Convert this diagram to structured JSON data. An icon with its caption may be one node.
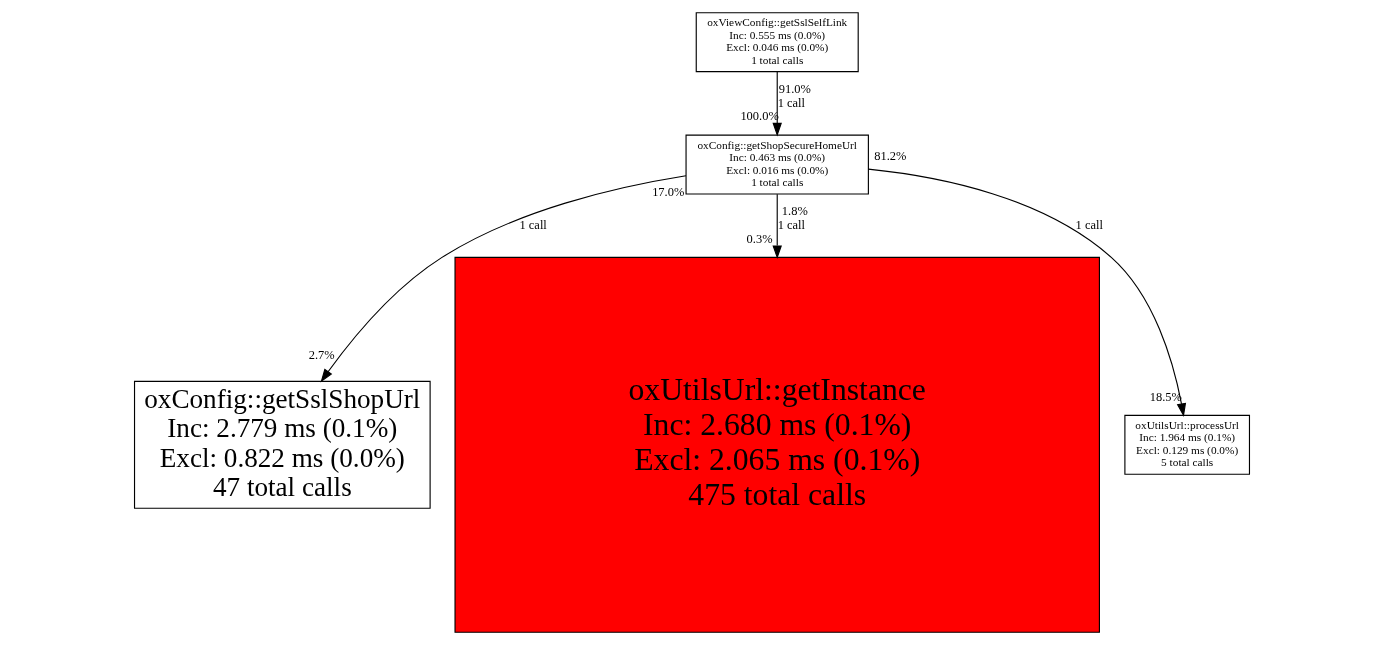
{
  "diagram": {
    "nodes": [
      {
        "text": [
          "oxViewConfig::getSslSelfLink Inc: 0.555 ms (0.0%) Excl: 0.046 ms (0.0%) 1 total calls"
        ]
      },
      {
        "text": [
          "oxConfig::getShopSecureHomeUrl Inc: 0.463 ms (0.0%) Excl: 0.016 ms (0.0%) 1 total calls"
        ]
      },
      {
        "text": [
          "oxConfig::getSslShopUrl Inc: 2.779 ms (0.1%) Excl: 0.822 ms (0.0%) 47 total calls"
        ]
      },
      {
        "text": [
          "oxUtilsUrl::getInstance Inc: 2.680 ms (0.1%) Excl: 2.065 ms (0.1%) 475 total calls"
        ]
      },
      {
        "text": [
          "oxUtilsUrl::processUrl Inc: 1.964 ms (0.1%) Excl: 0.129 ms (0.0%) 5 total calls"
        ]
      }
    ],
    "edges": [
      {
        "from": 0,
        "to": 1,
        "arrow": "to",
        "label": "1 call"
      },
      {
        "from": 1,
        "to": 2,
        "arrow": "to",
        "label": "1 call"
      },
      {
        "from": 1,
        "to": 3,
        "arrow": "to",
        "label": "1 call"
      },
      {
        "from": 1,
        "to": 4,
        "arrow": "to",
        "label": "1 call"
      }
    ],
    "labels": [
      "91.0%",
      "100.0%",
      "81.2%",
      "17.0%",
      "1.8%",
      "0.3%",
      "2.7%",
      "18.5%"
    ]
  }
}
